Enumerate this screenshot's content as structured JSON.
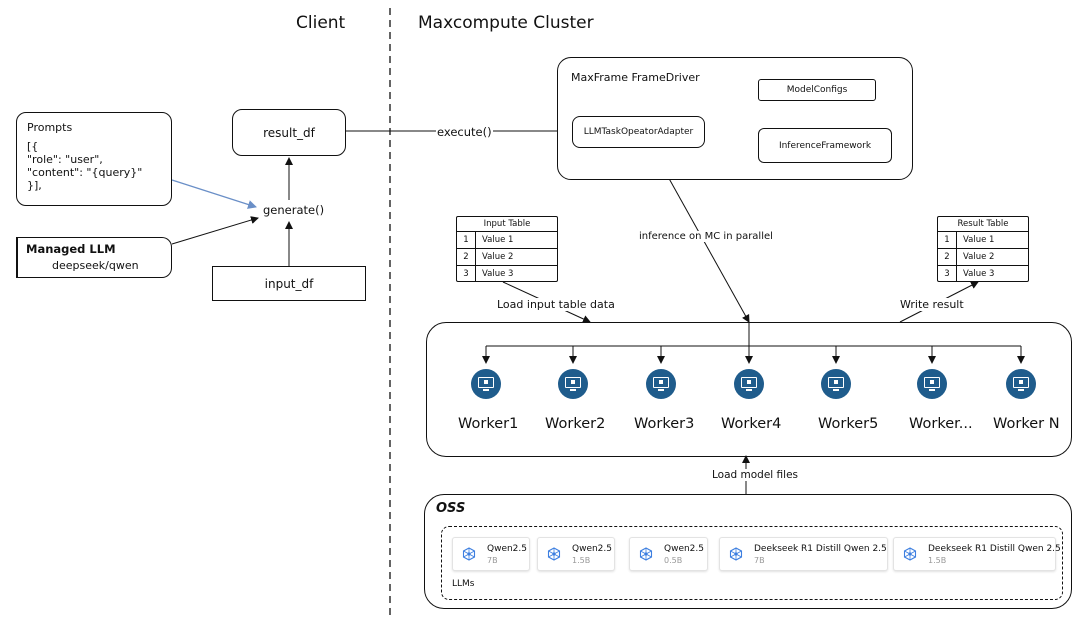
{
  "headers": {
    "client": "Client",
    "cluster": "Maxcompute Cluster"
  },
  "prompts": {
    "title": "Prompts",
    "lines": [
      "[{",
      "\"role\": \"user\",",
      "\"content\": \"{query}\"",
      "}],"
    ]
  },
  "managed_llm": {
    "title": "Managed LLM",
    "subtitle": "deepseek/qwen"
  },
  "client_nodes": {
    "result_df": "result_df",
    "input_df": "input_df",
    "generate": "generate()"
  },
  "execute_label": "execute()",
  "framedriver": {
    "title": "MaxFrame FrameDriver",
    "adapter": "LLMTaskOpeatorAdapter",
    "model_configs": "ModelConfigs",
    "inference_framework": "InferenceFramework"
  },
  "inference_label": "inference on MC in parallel",
  "input_table": {
    "title": "Input Table",
    "rows": [
      {
        "n": "1",
        "v": "Value 1"
      },
      {
        "n": "2",
        "v": "Value 2"
      },
      {
        "n": "3",
        "v": "Value 3"
      }
    ]
  },
  "result_table": {
    "title": "Result Table",
    "rows": [
      {
        "n": "1",
        "v": "Value 1"
      },
      {
        "n": "2",
        "v": "Value 2"
      },
      {
        "n": "3",
        "v": "Value 3"
      }
    ]
  },
  "load_input_label": "Load input table data",
  "write_result_label": "Write result",
  "workers": [
    "Worker1",
    "Worker2",
    "Worker3",
    "Worker4",
    "Worker5",
    "Worker...",
    "Worker N"
  ],
  "load_model_label": "Load model files",
  "oss": {
    "title": "OSS",
    "group_label": "LLMs",
    "models": [
      {
        "name": "Qwen2.5",
        "size": "7B"
      },
      {
        "name": "Qwen2.5",
        "size": "1.5B"
      },
      {
        "name": "Qwen2.5",
        "size": "0.5B"
      },
      {
        "name": "Deekseek R1 Distill Qwen 2.5",
        "size": "7B"
      },
      {
        "name": "Deekseek R1 Distill Qwen 2.5",
        "size": "1.5B"
      }
    ]
  },
  "colors": {
    "blue_arrow": "#6a8fc7",
    "worker_icon": "#1f5c8c",
    "model_icon": "#3d7fe0"
  }
}
